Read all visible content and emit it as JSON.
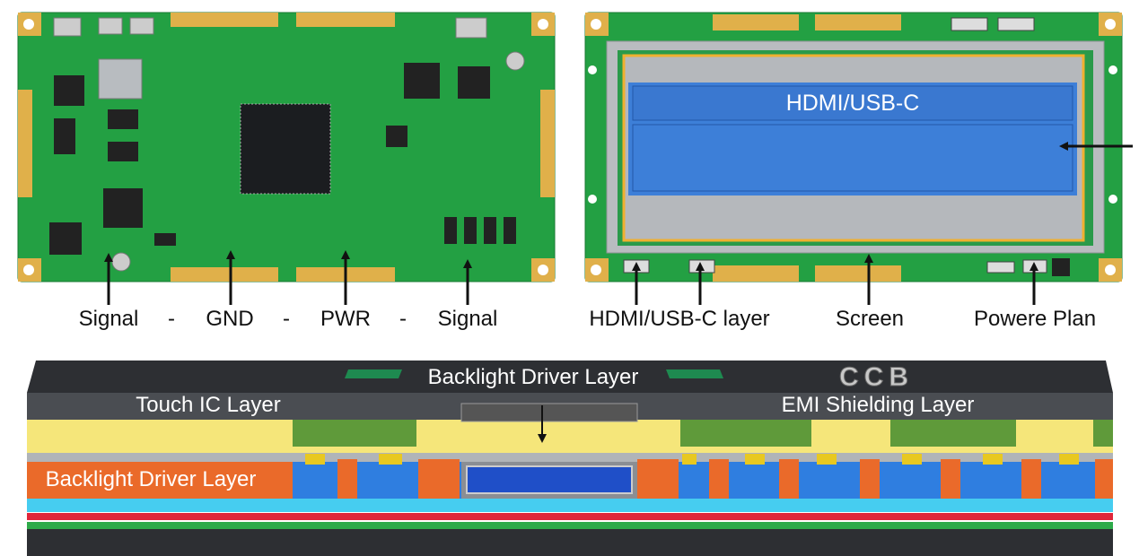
{
  "left_board": {
    "labels": [
      "Signal",
      "-",
      "GND",
      "-",
      "PWR",
      "-",
      "Signal"
    ]
  },
  "right_board": {
    "screen_text": "HDMI/USB-C",
    "labels": [
      "HDMI/USB-C layer",
      "Screen",
      "Powere Plan"
    ]
  },
  "cross_section": {
    "top_label": "Backlight Driver Layer",
    "left_label": "Touch IC Layer",
    "right_label": "EMI Shielding Layer",
    "lower_left_label": "Backlight Driver Layer",
    "logo": "CCB"
  },
  "colors": {
    "pcb_green": "#23a043",
    "gold": "#e0b04a",
    "screen_blue": "#3d7fd8",
    "layer_yellow": "#f5e67a",
    "layer_orange": "#ea6a2a",
    "layer_cyan": "#46cdf0",
    "layer_red": "#e0263a",
    "layer_green": "#2eaa4a",
    "dark": "#2d2f33"
  }
}
